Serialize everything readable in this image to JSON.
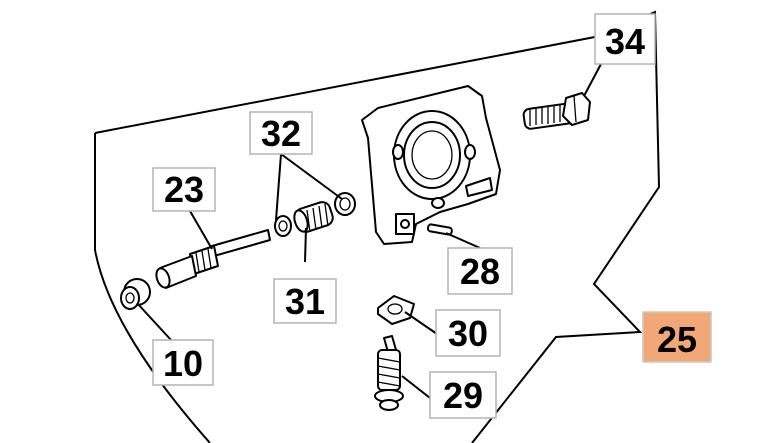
{
  "callouts": [
    {
      "id": "34",
      "label": "34",
      "highlight": false
    },
    {
      "id": "32",
      "label": "32",
      "highlight": false
    },
    {
      "id": "23",
      "label": "23",
      "highlight": false
    },
    {
      "id": "31",
      "label": "31",
      "highlight": false
    },
    {
      "id": "28",
      "label": "28",
      "highlight": false
    },
    {
      "id": "30",
      "label": "30",
      "highlight": false
    },
    {
      "id": "25",
      "label": "25",
      "highlight": true
    },
    {
      "id": "10",
      "label": "10",
      "highlight": false
    },
    {
      "id": "29",
      "label": "29",
      "highlight": false
    }
  ],
  "colors": {
    "highlight_fill": "#f2a876",
    "box_border": "#b4b4b4",
    "line": "#000000"
  }
}
